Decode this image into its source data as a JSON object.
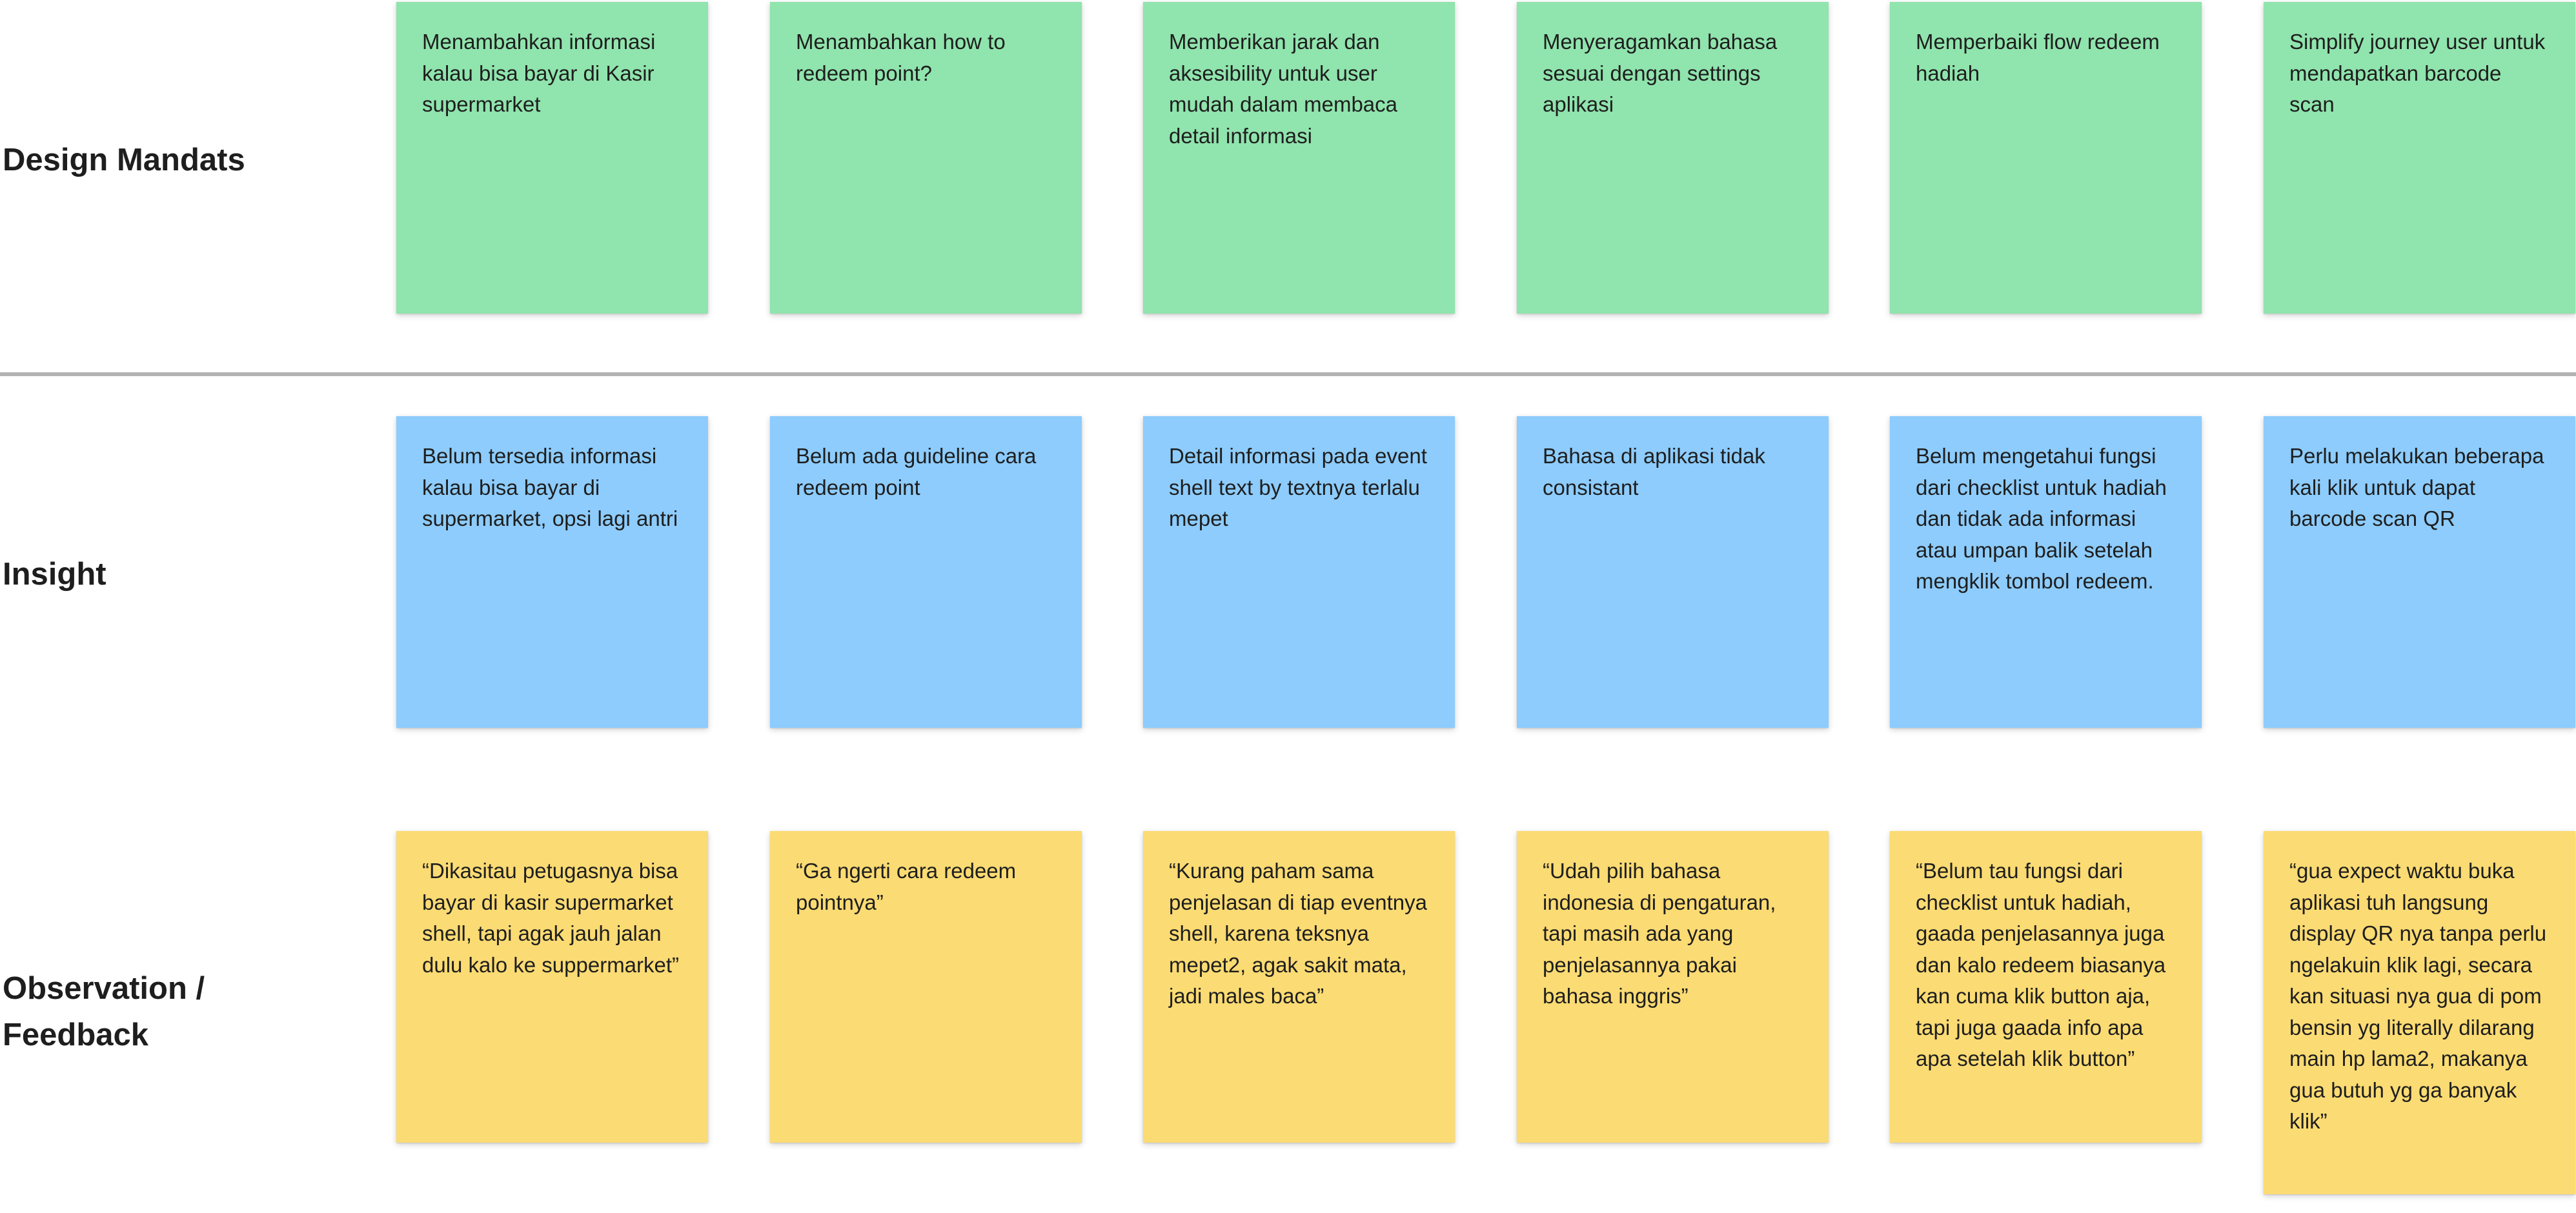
{
  "colors": {
    "mandat": "#90e4ad",
    "insight": "#8dccfd",
    "feedback": "#fbdb73",
    "divider": "#b3b3b3",
    "text": "#1e1e1e"
  },
  "rows": [
    {
      "label": "Design Mandats",
      "color_key": "mandat",
      "notes": [
        "Menambahkan informasi kalau bisa bayar di Kasir supermarket",
        "Menambahkan how to redeem point?",
        "Memberikan jarak dan aksesibility untuk user mudah dalam membaca detail informasi",
        "Menyeragamkan bahasa sesuai dengan settings aplikasi",
        "Memperbaiki flow redeem hadiah",
        "Simplify journey user untuk mendapatkan barcode scan"
      ]
    },
    {
      "label": "Insight",
      "color_key": "insight",
      "notes": [
        "Belum tersedia informasi kalau bisa bayar di supermarket, opsi lagi antri",
        "Belum ada guideline cara redeem point",
        "Detail informasi pada event shell text by textnya terlalu mepet",
        "Bahasa di aplikasi tidak consistant",
        "Belum mengetahui fungsi dari checklist untuk hadiah dan tidak ada informasi atau umpan balik setelah mengklik tombol redeem.",
        "Perlu melakukan beberapa kali klik untuk dapat barcode scan QR"
      ]
    },
    {
      "label": "Observation / Feedback",
      "color_key": "feedback",
      "notes": [
        "“Dikasitau petugasnya bisa bayar di kasir supermarket shell, tapi agak jauh jalan dulu kalo ke suppermarket”",
        "“Ga ngerti cara redeem pointnya”",
        "“Kurang paham sama penjelasan di tiap eventnya shell, karena teksnya mepet2, agak sakit mata, jadi males baca”",
        "“Udah pilih bahasa indonesia di pengaturan, tapi masih ada yang penjelasannya pakai bahasa inggris”",
        "“Belum tau fungsi dari checklist untuk hadiah, gaada penjelasannya juga dan kalo redeem biasanya kan cuma klik button aja, tapi juga gaada info apa apa setelah klik button”",
        "“gua expect waktu buka aplikasi tuh langsung display QR nya tanpa perlu ngelakuin klik lagi, secara kan situasi nya gua di pom bensin yg literally dilarang main hp lama2, makanya gua butuh yg ga banyak klik”"
      ]
    }
  ]
}
